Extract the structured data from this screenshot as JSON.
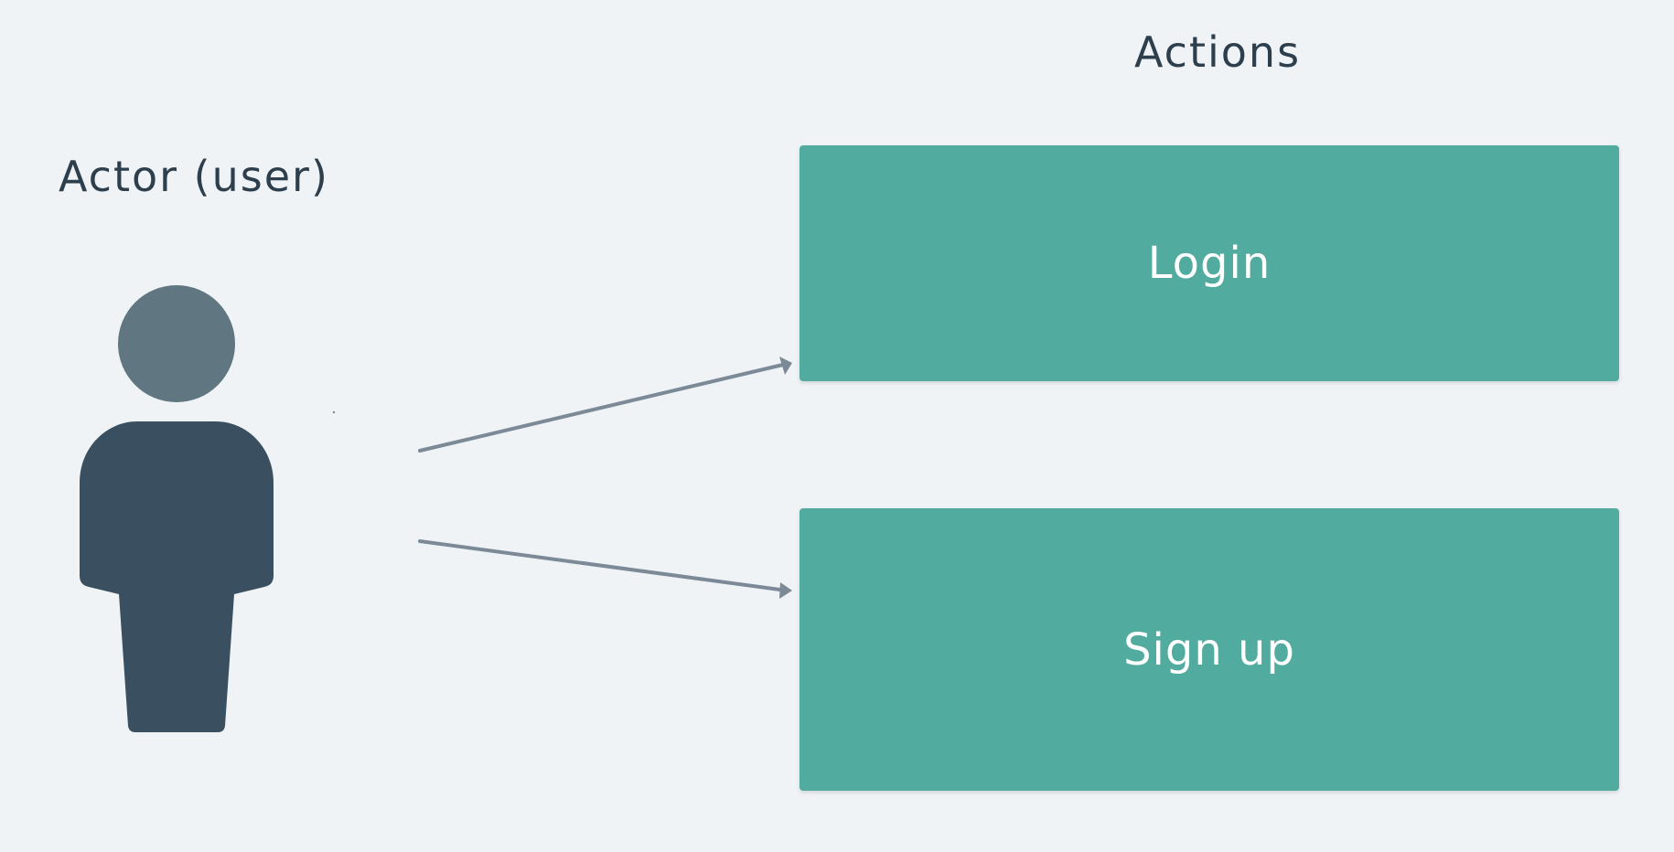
{
  "diagram": {
    "actor": {
      "heading": "Actor (user)",
      "icon": "person-icon"
    },
    "actions": {
      "heading": "Actions",
      "items": [
        {
          "label": "Login"
        },
        {
          "label": "Sign up"
        }
      ]
    },
    "connections": [
      {
        "from": "actor",
        "to": "Login"
      },
      {
        "from": "actor",
        "to": "Sign up"
      }
    ],
    "colors": {
      "background": "#eff3f6",
      "heading_text": "#2d3e4c",
      "action_fill": "#52ab9f",
      "action_text": "#ffffff",
      "actor_head": "#607781",
      "actor_body": "#3a5060",
      "arrow": "#7c8997"
    }
  }
}
